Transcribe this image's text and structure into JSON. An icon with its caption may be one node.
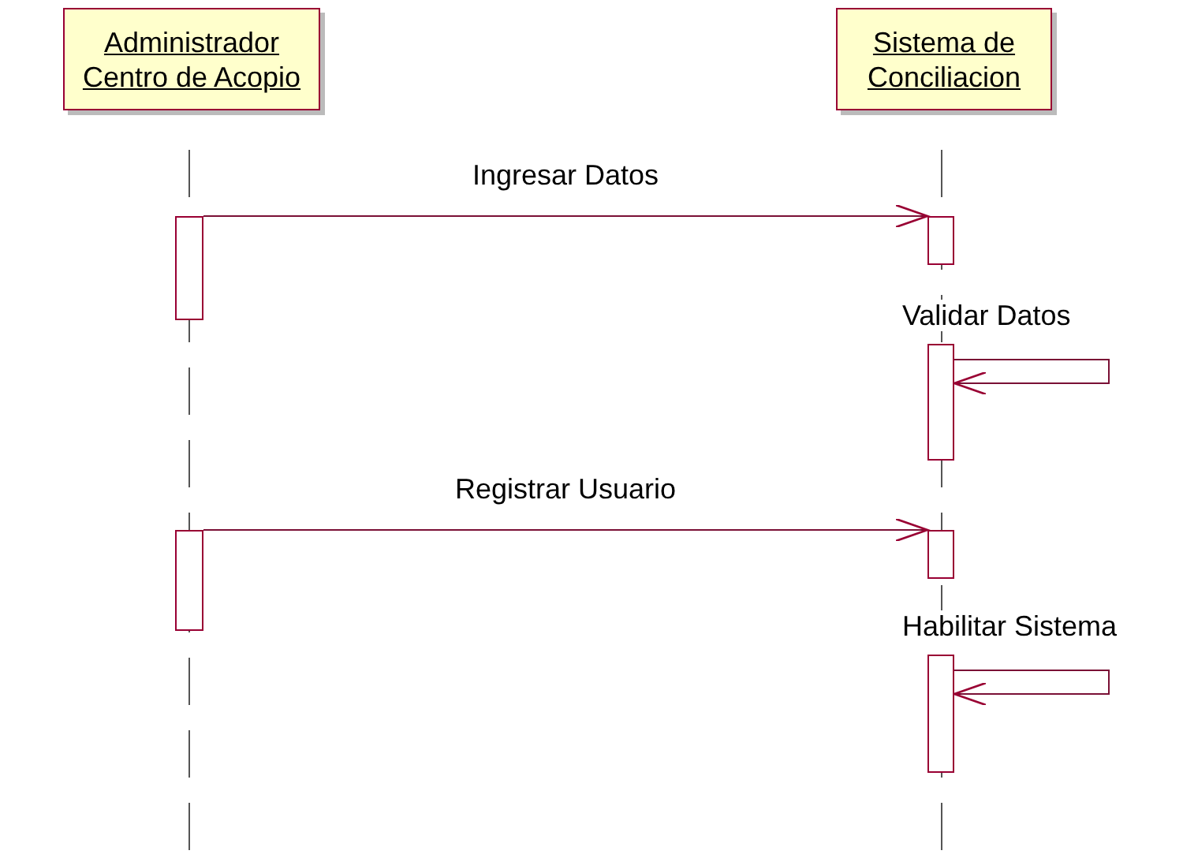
{
  "diagram": {
    "nodes": [
      {
        "text": [
          "Administrador Centro de Acopio"
        ]
      },
      {
        "text": [
          "Sistema de Conciliacion"
        ]
      },
      {
        "text": [],
        "shape": "bar"
      },
      {
        "text": [],
        "shape": "bar"
      },
      {
        "text": [],
        "shape": "bar"
      },
      {
        "text": [],
        "shape": "bar"
      },
      {
        "text": [],
        "shape": "bar"
      },
      {
        "text": [],
        "shape": "bar"
      }
    ],
    "edges": [
      {
        "from": 2,
        "to": 3,
        "arrow": "to",
        "label": "Ingresar Datos"
      },
      {
        "from": 4,
        "to": 4,
        "arrow": "to",
        "label": "Validar Datos"
      },
      {
        "from": 5,
        "to": 6,
        "arrow": "to",
        "label": "Registrar Usuario"
      },
      {
        "from": 7,
        "to": 7,
        "arrow": "to",
        "label": "Habilitar Sistema"
      }
    ]
  }
}
